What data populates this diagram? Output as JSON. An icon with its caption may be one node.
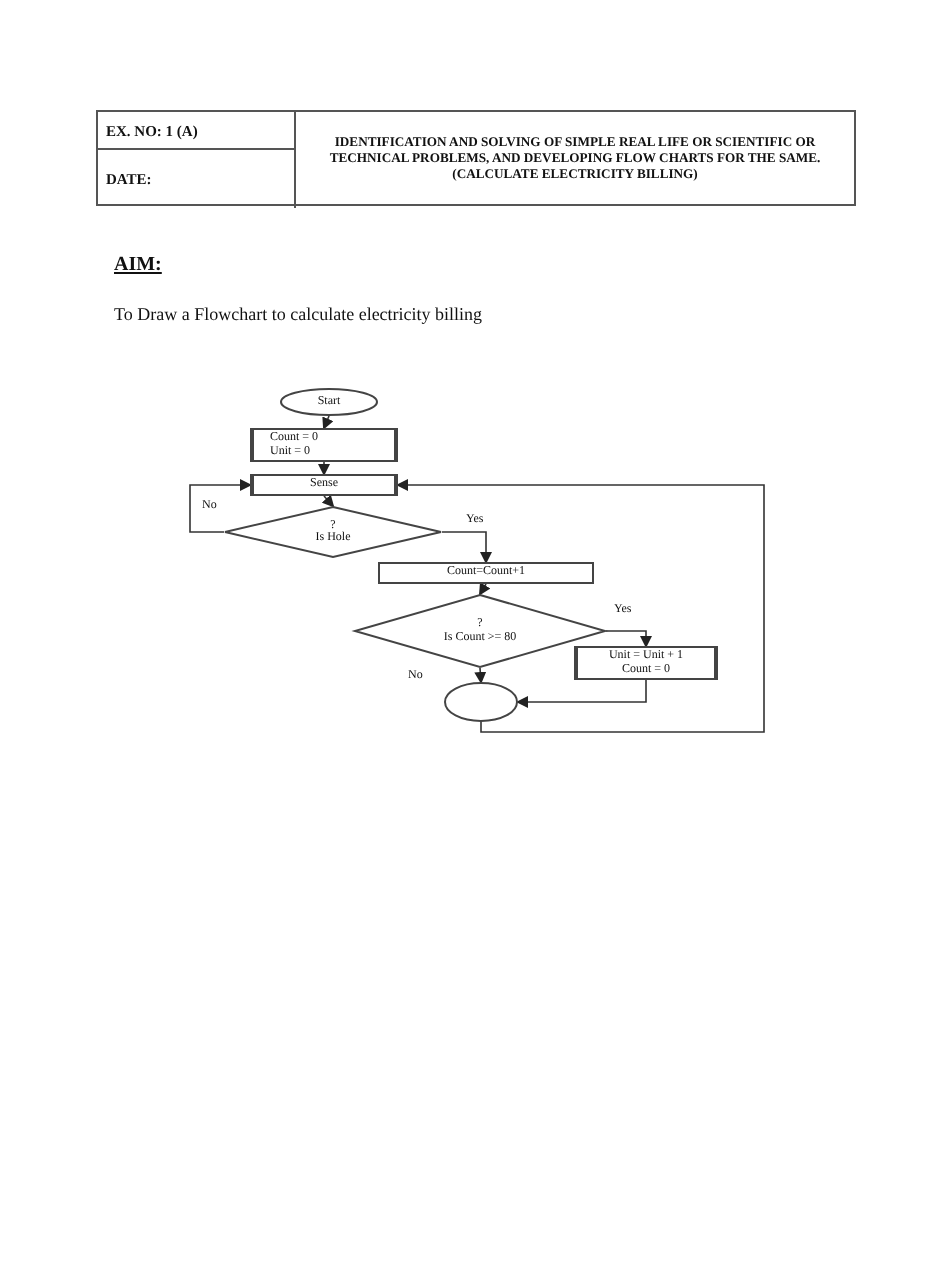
{
  "diagram": {
    "nodes": [
      {
        "text": [
          "Start"
        ]
      },
      {
        "text": [
          "Count = 0 Unit = 0"
        ]
      },
      {
        "text": [
          "Sense"
        ]
      },
      {
        "text": [
          "?",
          "Is Hole"
        ]
      },
      {
        "text": [
          "Count=Count+1"
        ]
      },
      {
        "text": [
          "?",
          "Is Count >= 80"
        ]
      },
      {
        "text": [
          "Unit = Unit + 1 Count = 0"
        ]
      },
      {
        "text": [],
        "shape": "circle"
      }
    ],
    "edges": [
      {
        "from": 0,
        "to": 1,
        "arrow": "to"
      },
      {
        "from": 1,
        "to": 2,
        "arrow": "to"
      },
      {
        "from": 2,
        "to": 3,
        "arrow": "to"
      },
      {
        "from": 3,
        "to": 2,
        "arrow": "to",
        "label": "No"
      },
      {
        "from": 3,
        "to": 4,
        "arrow": "to",
        "label": "Yes"
      },
      {
        "from": 4,
        "to": 5,
        "arrow": "to"
      },
      {
        "from": 5,
        "to": 6,
        "arrow": "to",
        "label": "Yes"
      },
      {
        "from": 5,
        "to": 7,
        "arrow": "to",
        "label": "No"
      },
      {
        "from": 6,
        "to": 7,
        "arrow": "to"
      },
      {
        "from": 7,
        "to": 2,
        "arrow": "to"
      }
    ],
    "labels": [
      "EX. NO: 1 (A)",
      "IDENTIFICATION AND SOLVING OF SIMPLE REAL LIFE OR SCIENTIFIC OR TECHNICAL PROBLEMS, AND DEVELOPING FLOW CHARTS FOR THE SAME. (CALCULATE ELECTRICITY BILLING)",
      "DATE:",
      "AIM:",
      "To Draw a Flowchart to calculate electricity billing"
    ]
  }
}
